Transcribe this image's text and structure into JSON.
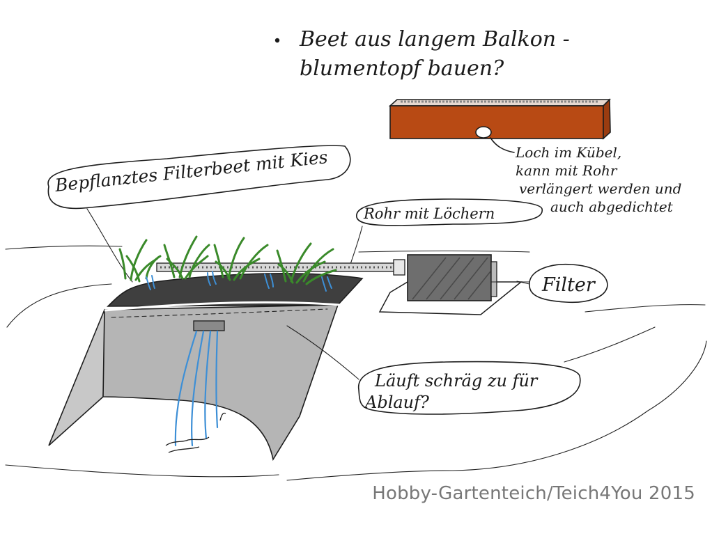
{
  "notes": {
    "bullet_line1": "Beet aus langem Balkon -",
    "bullet_line2": "blumentopf bauen?",
    "hole_line1": "Loch im Kübel,",
    "hole_line2": "kann mit Rohr",
    "hole_line3": "verlängert werden und",
    "hole_line4": "auch abgedichtet"
  },
  "bubbles": {
    "filterbeet": "Bepflanztes Filterbeet mit Kies",
    "rohr": "Rohr mit Löchern",
    "filter": "Filter",
    "laeuft_line1": "Läuft schräg zu für",
    "laeuft_line2": "Ablauf?"
  },
  "credit": "Hobby-Gartenteich/Teich4You 2015",
  "colors": {
    "planter": "#b84a14",
    "bed_top": "#3f3f3f",
    "bed_front": "#b5b5b5",
    "plants": "#3a8a2a",
    "water": "#3d8fd6",
    "filter_box": "#6e6e6e"
  }
}
